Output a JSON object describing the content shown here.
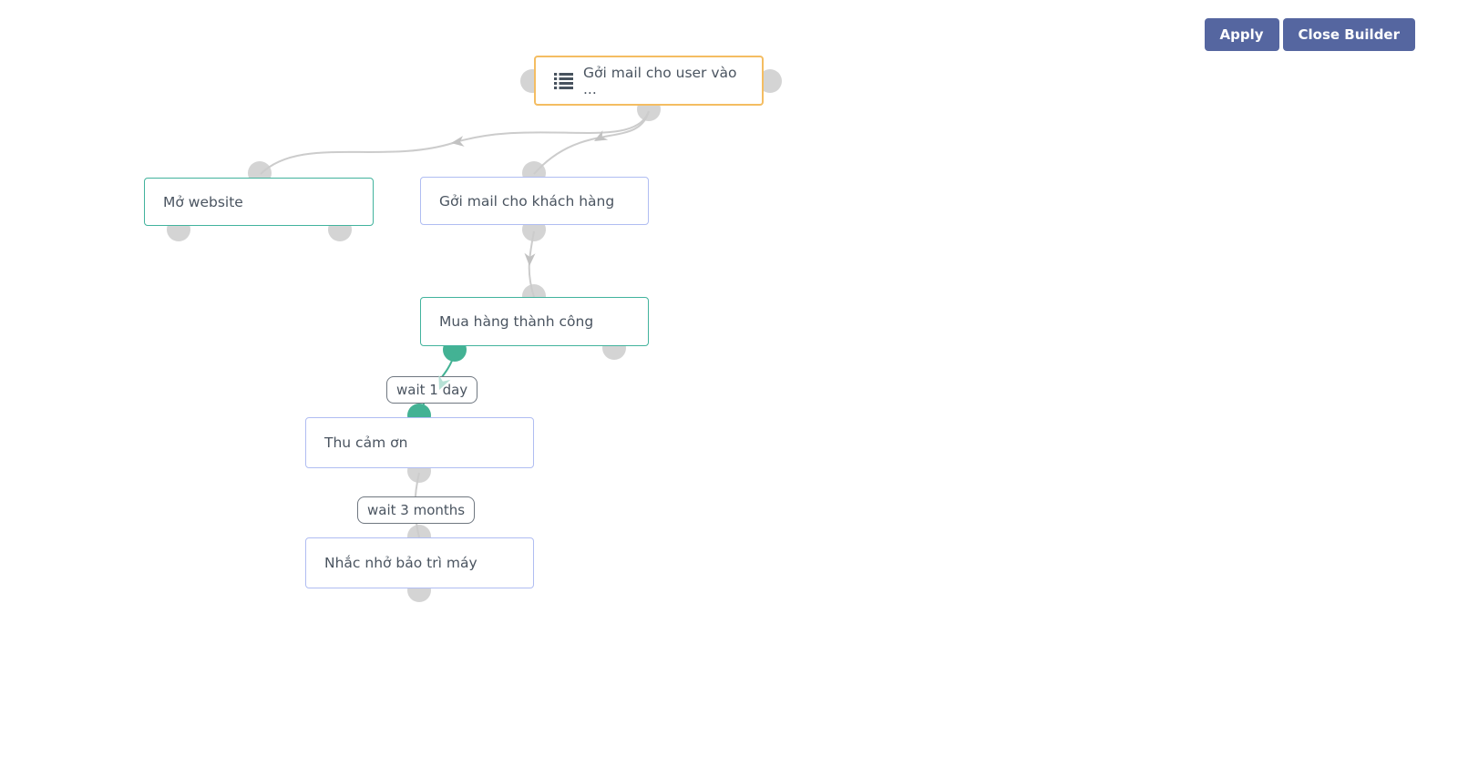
{
  "toolbar": {
    "apply_label": "Apply",
    "close_builder_label": "Close Builder",
    "button_color": "#5566a0"
  },
  "canvas": {
    "nodes": [
      {
        "id": "source-email",
        "label": "Gởi mail cho user vào ...",
        "type": "source",
        "icon": "list-icon",
        "border_color": "#f4bd62"
      },
      {
        "id": "mo-website",
        "label": "Mở website",
        "type": "decision",
        "border_color": "#42b39d"
      },
      {
        "id": "goi-mail-khach",
        "label": "Gởi mail cho khách hàng",
        "type": "action",
        "border_color": "#b0bdf2"
      },
      {
        "id": "mua-hang",
        "label": "Mua hàng thành công",
        "type": "decision",
        "border_color": "#42b39d"
      },
      {
        "id": "thu-cam-on",
        "label": "Thu cảm ơn",
        "type": "action",
        "border_color": "#b0bdf2"
      },
      {
        "id": "nhac-nho",
        "label": "Nhắc nhở bảo trì máy",
        "type": "action",
        "border_color": "#b0bdf2"
      }
    ],
    "wait_labels": [
      {
        "id": "wait-1",
        "label": "wait 1 day"
      },
      {
        "id": "wait-2",
        "label": "wait 3 months"
      }
    ],
    "connections": [
      {
        "from": "source-email",
        "to": "mo-website",
        "color": "#cccccc"
      },
      {
        "from": "source-email",
        "to": "goi-mail-khach",
        "color": "#cccccc"
      },
      {
        "from": "goi-mail-khach",
        "to": "mua-hang",
        "color": "#cccccc"
      },
      {
        "from": "mua-hang",
        "to": "thu-cam-on",
        "color": "#43b294",
        "label": "wait 1 day"
      },
      {
        "from": "thu-cam-on",
        "to": "nhac-nho",
        "color": "#cccccc",
        "label": "wait 3 months"
      }
    ],
    "colors": {
      "anchor": "#d4d4d4",
      "active_anchor": "#43b294",
      "connector": "#cccccc",
      "active_connector": "#43b294",
      "text": "#4a5460"
    }
  }
}
